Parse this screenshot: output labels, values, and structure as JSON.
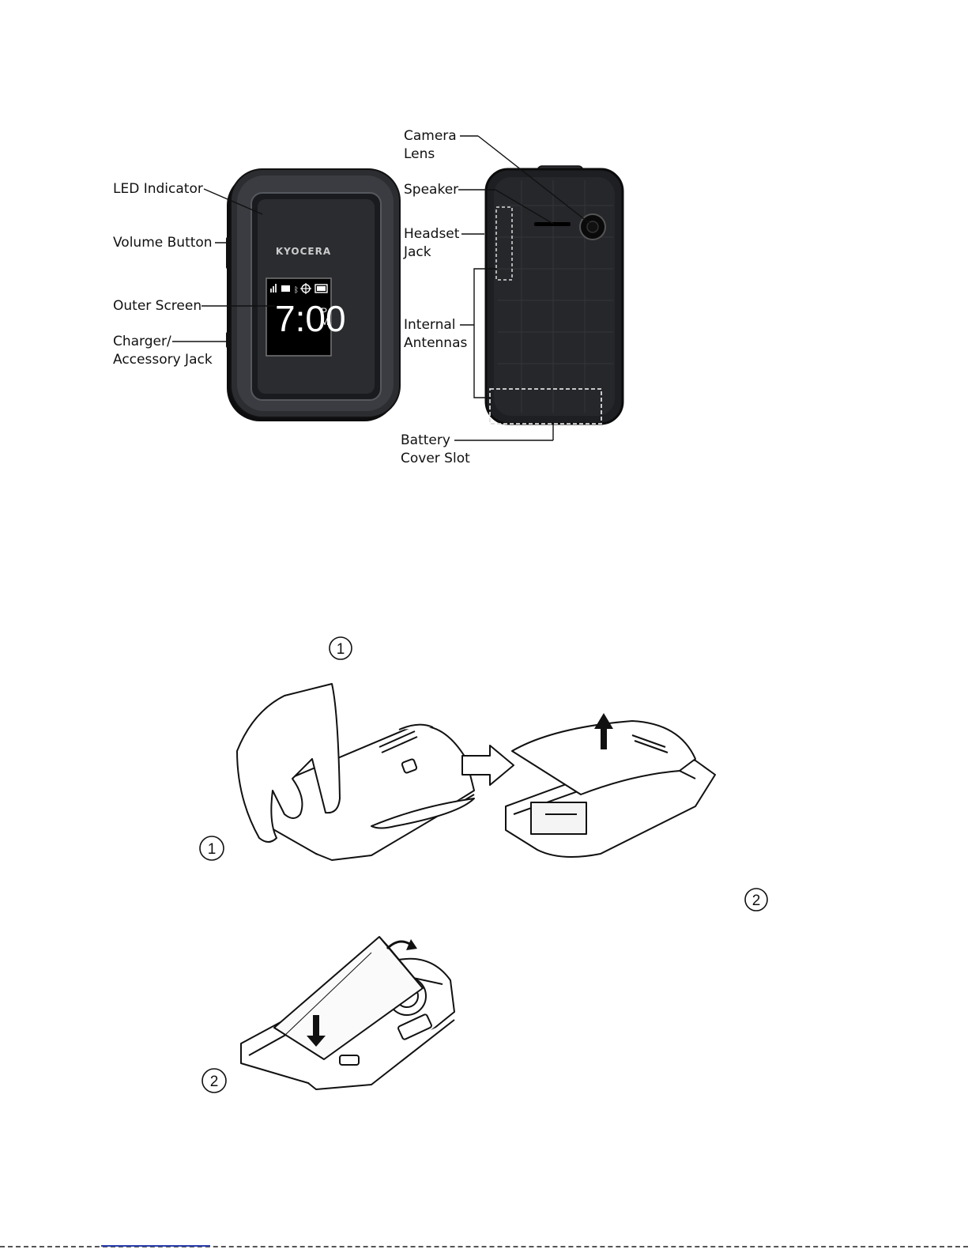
{
  "front_labels": {
    "led": "LED Indicator",
    "volume": "Volume Button",
    "outer_screen": "Outer Screen",
    "charger_1": "Charger/",
    "charger_2": "Accessory Jack"
  },
  "back_labels": {
    "camera_1": "Camera",
    "camera_2": "Lens",
    "speaker": "Speaker",
    "headset_1": "Headset",
    "headset_2": "Jack",
    "antenna_1": "Internal",
    "antenna_2": "Antennas",
    "battery_1": "Battery",
    "battery_2": "Cover Slot"
  },
  "screen": {
    "brand": "KYOCERA",
    "time": "7:00",
    "ampm_top": "P",
    "ampm_bottom": "M"
  },
  "steps": {
    "step1_marker": "1",
    "step1_figure_marker": "1",
    "step2_marker": "2",
    "step2_figure_marker": "2"
  },
  "colors": {
    "phone_body": "#1e1f22",
    "screen_bg": "#000000",
    "dashed_outline": "#dcdcdc"
  }
}
